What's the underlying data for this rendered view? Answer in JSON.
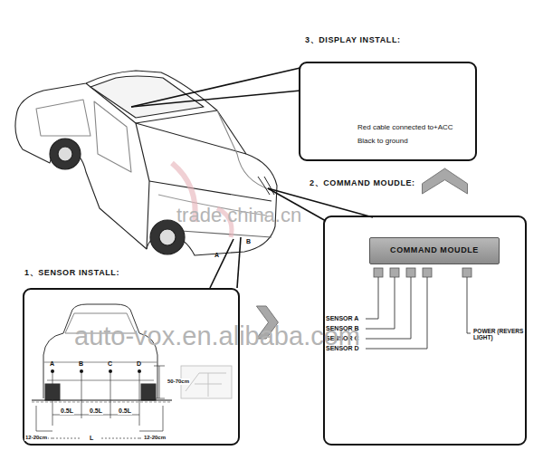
{
  "diagram": {
    "nodes": [
      {
        "text": [
          "3、DISPLAY INSTALL:",
          "Red cable connected to+ACC",
          "Black to ground"
        ]
      },
      {
        "text": [
          "2、COMMAND MOUDLE:"
        ]
      },
      {
        "text": [
          "COMMAND MOUDLE"
        ],
        "in": 1
      },
      {
        "text": [
          "1、SENSOR INSTALL:"
        ]
      }
    ],
    "edges": [
      {
        "from": 3,
        "to": 1,
        "arrow": "to"
      },
      {
        "from": 1,
        "to": 0,
        "arrow": "to"
      }
    ],
    "labels": [
      "A",
      "B",
      "SENSOR A",
      "SENSOR B",
      "SENSOR C",
      "SENSOR D",
      "POWER (REVERS LIGHT)",
      "A",
      "B",
      "C",
      "D",
      "0.5L",
      "0.5L",
      "0.5L",
      "L",
      "12-20cm",
      "12-20cm",
      "50-70cm",
      "trade.china.cn",
      "auto-vox.en.alibaba.com"
    ]
  }
}
